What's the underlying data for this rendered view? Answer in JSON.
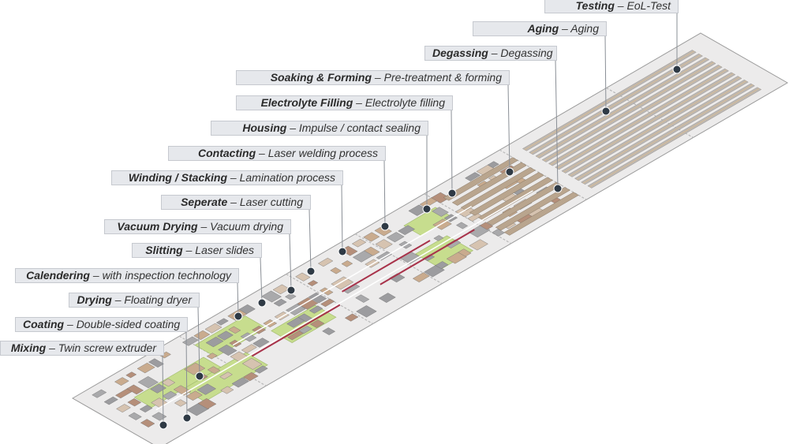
{
  "process_steps": [
    {
      "id": "testing",
      "name": "Testing",
      "detail": "EoL-Test"
    },
    {
      "id": "aging",
      "name": "Aging",
      "detail": "Aging"
    },
    {
      "id": "degassing",
      "name": "Degassing",
      "detail": "Degassing"
    },
    {
      "id": "soaking",
      "name": "Soaking & Forming",
      "detail": "Pre-treatment & forming"
    },
    {
      "id": "electrolyte",
      "name": "Electrolyte Filling",
      "detail": "Electrolyte filling"
    },
    {
      "id": "housing",
      "name": "Housing",
      "detail": "Impulse / contact sealing"
    },
    {
      "id": "contacting",
      "name": "Contacting",
      "detail": "Laser welding process"
    },
    {
      "id": "winding",
      "name": "Winding / Stacking",
      "detail": "Lamination process"
    },
    {
      "id": "seperate",
      "name": "Seperate",
      "detail": "Laser cutting"
    },
    {
      "id": "vacuum",
      "name": "Vacuum Drying",
      "detail": "Vacuum drying"
    },
    {
      "id": "slitting",
      "name": "Slitting",
      "detail": "Laser slides"
    },
    {
      "id": "calendering",
      "name": "Calendering",
      "detail": "with inspection technology"
    },
    {
      "id": "drying",
      "name": "Drying",
      "detail": "Floating dryer"
    },
    {
      "id": "coating",
      "name": "Coating",
      "detail": "Double-sided coating"
    },
    {
      "id": "mixing",
      "name": "Mixing",
      "detail": "Twin screw extruder"
    }
  ],
  "separator": " – ",
  "colors": {
    "floor": "#ecebeb",
    "floor_edge": "#9a9a9a",
    "green_zone": "#c7dd8e",
    "machine_tan": "#c9ab8e",
    "machine_grey": "#a9a9ab",
    "accent_red": "#a8324a",
    "leader": "#8a8f96",
    "dot": "#2f3a45",
    "label_bg": "#e6e8ec",
    "label_border": "#c6c9cf"
  }
}
